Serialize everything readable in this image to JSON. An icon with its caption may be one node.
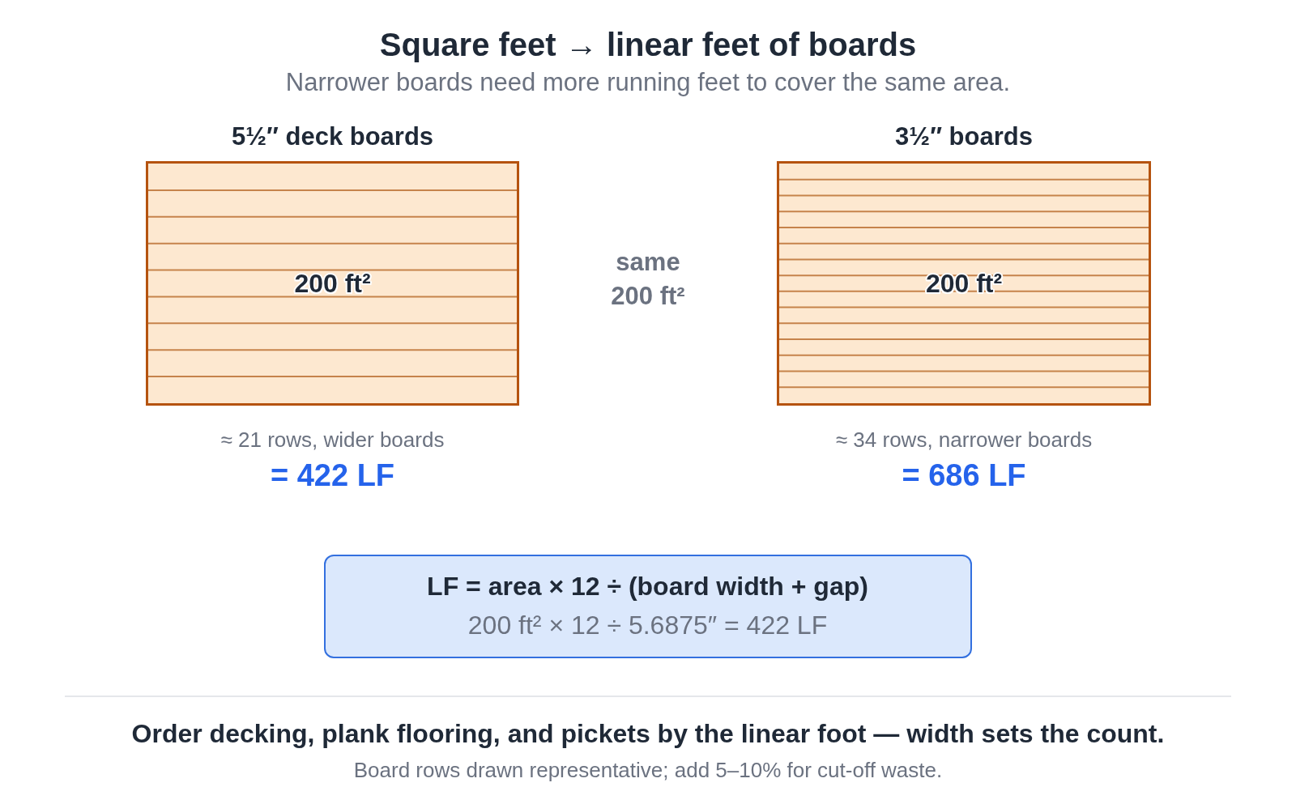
{
  "diagram": {
    "title": "Square feet → linear feet of boards",
    "nodes": [
      {
        "text": [
          "5½″ deck boards",
          "200 ft²"
        ],
        "beside": [
          "≈ 21 rows, wider boards",
          "= 422 LF"
        ]
      },
      {
        "text": [
          "3½″ boards",
          "200 ft²"
        ],
        "beside": [
          "≈ 34 rows, narrower boards",
          "= 686 LF"
        ]
      },
      {
        "text": [
          "LF = area × 12 ÷ (board width + gap)",
          "200 ft² × 12 ÷ 5.6875″ = 422 LF"
        ]
      }
    ],
    "labels": [
      "Narrower boards need more running feet to cover the same area.",
      "same 200 ft²",
      "Order decking, plank flooring, and pickets by the linear foot — width sets the count.",
      "Board rows drawn representative; add 5–10% for cut-off waste."
    ]
  }
}
